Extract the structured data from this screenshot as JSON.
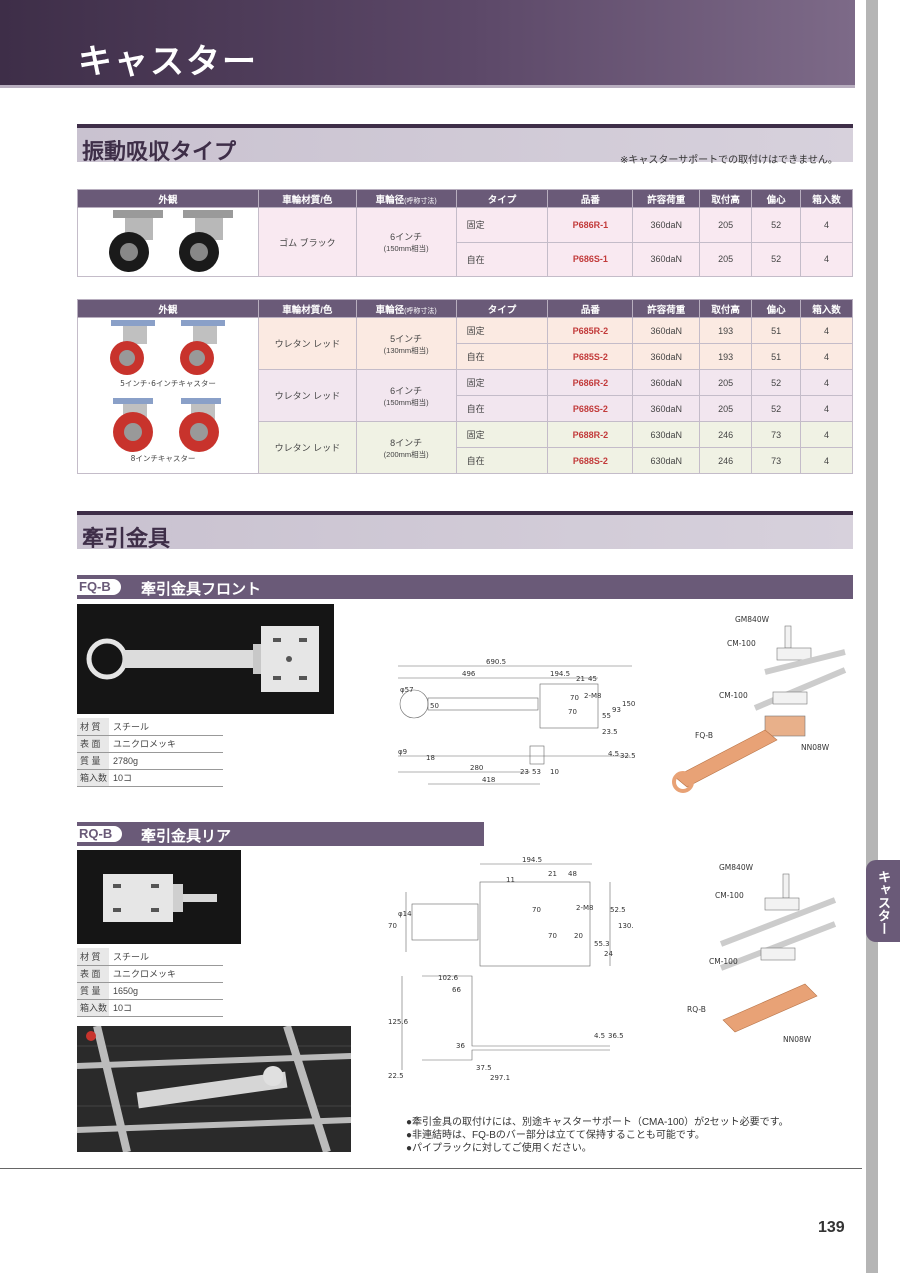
{
  "header": {
    "title": "キャスター"
  },
  "side_tab": {
    "label": "キャスター"
  },
  "section1": {
    "title": "振動吸収タイプ",
    "note": "※キャスターサポートでの取付けはできません。"
  },
  "table_headers": [
    "外観",
    "車輪材質/色",
    "車輪径",
    "(呼称寸法)",
    "タイプ",
    "品番",
    "許容荷重",
    "取付高",
    "偏心",
    "箱入数"
  ],
  "table1": {
    "material": "ゴム ブラック",
    "size": "6インチ",
    "size_sub": "(150mm相当)",
    "rows": [
      {
        "type": "固定",
        "part": "P686R-1",
        "load": "360daN",
        "height": "205",
        "offset": "52",
        "qty": "4"
      },
      {
        "type": "自在",
        "part": "P686S-1",
        "load": "360daN",
        "height": "205",
        "offset": "52",
        "qty": "4"
      }
    ]
  },
  "table2": {
    "caption1": "5インチ･6インチキャスター",
    "caption2": "8インチキャスター",
    "groups": [
      {
        "material": "ウレタン レッド",
        "size": "5インチ",
        "size_sub": "(130mm相当)",
        "rows": [
          {
            "type": "固定",
            "part": "P685R-2",
            "load": "360daN",
            "height": "193",
            "offset": "51",
            "qty": "4"
          },
          {
            "type": "自在",
            "part": "P685S-2",
            "load": "360daN",
            "height": "193",
            "offset": "51",
            "qty": "4"
          }
        ]
      },
      {
        "material": "ウレタン レッド",
        "size": "6インチ",
        "size_sub": "(150mm相当)",
        "rows": [
          {
            "type": "固定",
            "part": "P686R-2",
            "load": "360daN",
            "height": "205",
            "offset": "52",
            "qty": "4"
          },
          {
            "type": "自在",
            "part": "P686S-2",
            "load": "360daN",
            "height": "205",
            "offset": "52",
            "qty": "4"
          }
        ]
      },
      {
        "material": "ウレタン レッド",
        "size": "8インチ",
        "size_sub": "(200mm相当)",
        "rows": [
          {
            "type": "固定",
            "part": "P688R-2",
            "load": "630daN",
            "height": "246",
            "offset": "73",
            "qty": "4"
          },
          {
            "type": "自在",
            "part": "P688S-2",
            "load": "630daN",
            "height": "246",
            "offset": "73",
            "qty": "4"
          }
        ]
      }
    ]
  },
  "section2": {
    "title": "牽引金具"
  },
  "front": {
    "code": "FQ-B",
    "title": "牽引金具フロント",
    "specs": [
      {
        "k": "材 質",
        "v": "スチール"
      },
      {
        "k": "表 面",
        "v": "ユニクロメッキ"
      },
      {
        "k": "質 量",
        "v": "2780g"
      },
      {
        "k": "箱入数",
        "v": "10コ"
      }
    ],
    "dims": {
      "d1": "690.5",
      "d2": "496",
      "d3": "194.5",
      "d4": "21",
      "d5": "45",
      "d6": "φ57",
      "d7": "50",
      "d8": "70",
      "d9": "2-M8",
      "d10": "70",
      "d11": "55",
      "d12": "93",
      "d13": "150",
      "d14": "23.5",
      "d15": "φ9",
      "d16": "280",
      "d17": "418",
      "d18": "23",
      "d19": "53",
      "d20": "10",
      "d21": "4.5",
      "d22": "32.5",
      "d23": "18"
    },
    "labels": {
      "a": "GM840W",
      "b": "CM-100",
      "c": "CM-100",
      "d": "FQ-B",
      "e": "NN08W"
    }
  },
  "rear": {
    "code": "RQ-B",
    "title": "牽引金具リア",
    "specs": [
      {
        "k": "材 質",
        "v": "スチール"
      },
      {
        "k": "表 面",
        "v": "ユニクロメッキ"
      },
      {
        "k": "質 量",
        "v": "1650g"
      },
      {
        "k": "箱入数",
        "v": "10コ"
      }
    ],
    "dims": {
      "d1": "194.5",
      "d2": "21",
      "d3": "48",
      "d4": "11",
      "d5": "70",
      "d6": "2-M8",
      "d7": "φ14",
      "d8": "70",
      "d9": "70",
      "d10": "20",
      "d11": "52.5",
      "d12": "130.5",
      "d13": "55.3",
      "d14": "24",
      "d15": "102.6",
      "d16": "66",
      "d17": "125.6",
      "d18": "36",
      "d19": "4.5",
      "d20": "36.5",
      "d21": "37.5",
      "d22": "297.1",
      "d23": "22.5"
    },
    "labels": {
      "a": "GM840W",
      "b": "CM-100",
      "c": "CM-100",
      "d": "RQ-B",
      "e": "NN08W"
    }
  },
  "bullets": [
    "●牽引金具の取付けには、別途キャスターサポート（CMA-100）が2セット必要です。",
    "●非連結時は、FQ-Bのバー部分は立てて保持することも可能です。",
    "●パイプラックに対してご使用ください。"
  ],
  "page_number": "139"
}
